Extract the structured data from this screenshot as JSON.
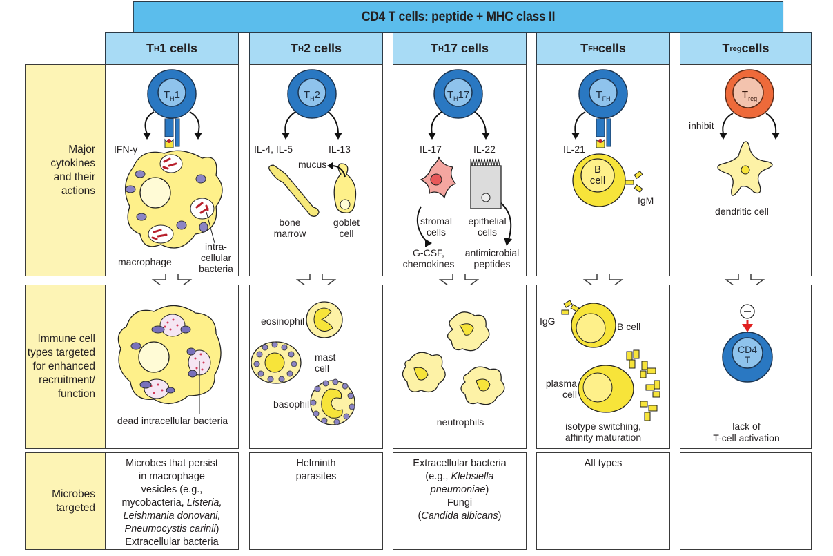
{
  "title": "CD4 T cells: peptide + MHC class II",
  "columns": [
    {
      "id": "th1",
      "base": "T",
      "sub": "H",
      "suffix": "1 cells",
      "cell_label_base": "T",
      "cell_label_sub": "H",
      "cell_label_suffix": "1",
      "cell_color": "#2a78c2"
    },
    {
      "id": "th2",
      "base": "T",
      "sub": "H",
      "suffix": "2 cells",
      "cell_label_base": "T",
      "cell_label_sub": "H",
      "cell_label_suffix": "2",
      "cell_color": "#2a78c2"
    },
    {
      "id": "th17",
      "base": "T",
      "sub": "H",
      "suffix": "17 cells",
      "cell_label_base": "T",
      "cell_label_sub": "H",
      "cell_label_suffix": "17",
      "cell_color": "#2a78c2"
    },
    {
      "id": "tfh",
      "base": "T",
      "sub": "FH",
      "suffix": " cells",
      "cell_label_base": "T",
      "cell_label_sub": "FH",
      "cell_label_suffix": "",
      "cell_color": "#2a78c2"
    },
    {
      "id": "treg",
      "base": "T",
      "sub": "reg",
      "suffix": " cells",
      "cell_label_base": "T",
      "cell_label_sub": "reg",
      "cell_label_suffix": "",
      "cell_color": "#ee6a3a"
    }
  ],
  "row_labels": {
    "cytokines": "Major cytokines and their actions",
    "immune_cells": "Immune cell types targeted for enhanced recruitment/ function",
    "microbes": "Microbes targeted"
  },
  "cytokines": {
    "th1": {
      "cytokine": "IFN-γ",
      "target": "macrophage",
      "note": "intra- cellular bacteria"
    },
    "th2": {
      "cytokine_left": "IL-4, IL-5",
      "cytokine_right": "IL-13",
      "mucus": "mucus",
      "target_left": "bone marrow",
      "target_right": "goblet cell"
    },
    "th17": {
      "cytokine_left": "IL-17",
      "cytokine_right": "IL-22",
      "target_left": "stromal cells",
      "target_right": "epithelial cells",
      "product_left": "G-CSF, chemokines",
      "product_right": "antimicrobial peptides"
    },
    "tfh": {
      "cytokine": "IL-21",
      "target_inner": "B cell",
      "antibody": "IgM"
    },
    "treg": {
      "action": "inhibit",
      "target": "dendritic cell"
    }
  },
  "immune_cells": {
    "th1": {
      "label": "dead intracellular bacteria"
    },
    "th2": {
      "cells": [
        "eosinophil",
        "mast cell",
        "basophil"
      ]
    },
    "th17": {
      "label": "neutrophils"
    },
    "tfh": {
      "antibody": "IgG",
      "b_cell": "B cell",
      "plasma_cell": "plasma cell",
      "caption": "isotype switching, affinity maturation"
    },
    "treg": {
      "inhibition_symbol": "−",
      "cell_label_1": "CD4",
      "cell_label_2": "T",
      "caption_1": "lack of",
      "caption_2": "T-cell activation"
    }
  },
  "microbes": {
    "th1": {
      "lines": [
        "Microbes that persist",
        "in macrophage",
        "vesicles (e.g.,",
        "mycobacteria, ",
        "Listeria,",
        "Leishmania donovani,",
        "Pneumocystis carinii",
        ")",
        "Extracellular bacteria"
      ]
    },
    "th2": {
      "lines": [
        "Helminth",
        "parasites"
      ]
    },
    "th17": {
      "lines": [
        "Extracellular bacteria",
        "(e.g., ",
        "Klebsiella",
        "pneumoniae",
        ")",
        "Fungi",
        "(",
        "Candida albicans",
        ")"
      ]
    },
    "tfh": {
      "lines": [
        "All types"
      ]
    },
    "treg": {
      "lines": []
    }
  },
  "colors": {
    "banner": "#5bbdec",
    "column_header": "#a8dbf5",
    "row_label_bg": "#fdf4b5",
    "t_cell_blue": "#2a78c2",
    "treg_orange": "#ee6a3a",
    "cell_yellow": "#fef08a",
    "bright_yellow": "#f7e43a",
    "granule_purple": "#8b84c4",
    "bacteria_red": "#b8202c",
    "inhibition_red": "#e02020"
  }
}
